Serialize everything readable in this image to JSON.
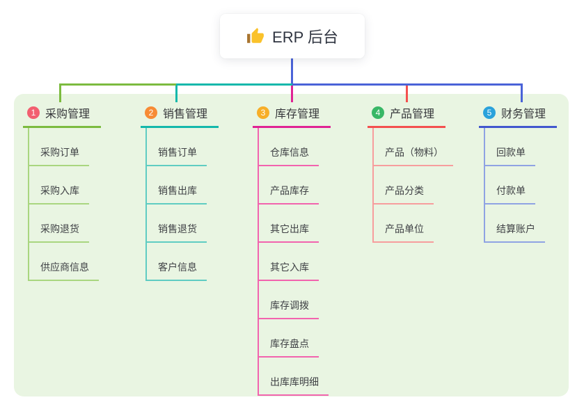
{
  "root": {
    "label": "ERP 后台",
    "icon": "thumbs-up-icon"
  },
  "colors": {
    "panel_bg": "#e9f5e2",
    "root_line": "#4a63d8",
    "title_text": "#36373b",
    "child_text": "#3f4145",
    "root_text": "#2f3440",
    "card_bg": "#ffffff"
  },
  "branches": [
    {
      "number": "1",
      "label": "采购管理",
      "badge_color": "#f25f70",
      "line_color": "#7cbb3f",
      "child_line_color": "#a9d67f",
      "children": [
        "采购订单",
        "采购入库",
        "采购退货",
        "供应商信息"
      ]
    },
    {
      "number": "2",
      "label": "销售管理",
      "badge_color": "#f78b35",
      "line_color": "#14b8ab",
      "child_line_color": "#5fccc2",
      "children": [
        "销售订单",
        "销售出库",
        "销售退货",
        "客户信息"
      ]
    },
    {
      "number": "3",
      "label": "库存管理",
      "badge_color": "#f7ae28",
      "line_color": "#e02394",
      "child_line_color": "#f263ae",
      "children": [
        "仓库信息",
        "产品库存",
        "其它出库",
        "其它入库",
        "库存调拨",
        "库存盘点",
        "出库库明细"
      ]
    },
    {
      "number": "4",
      "label": "产品管理",
      "badge_color": "#38b766",
      "line_color": "#f4504f",
      "child_line_color": "#f79d9d",
      "children": [
        "产品（物料）",
        "产品分类",
        "产品单位"
      ]
    },
    {
      "number": "5",
      "label": "财务管理",
      "badge_color": "#2aa2db",
      "line_color": "#4257ce",
      "child_line_color": "#8fa3e3",
      "children": [
        "回款单",
        "付款单",
        "结算账户"
      ]
    }
  ]
}
